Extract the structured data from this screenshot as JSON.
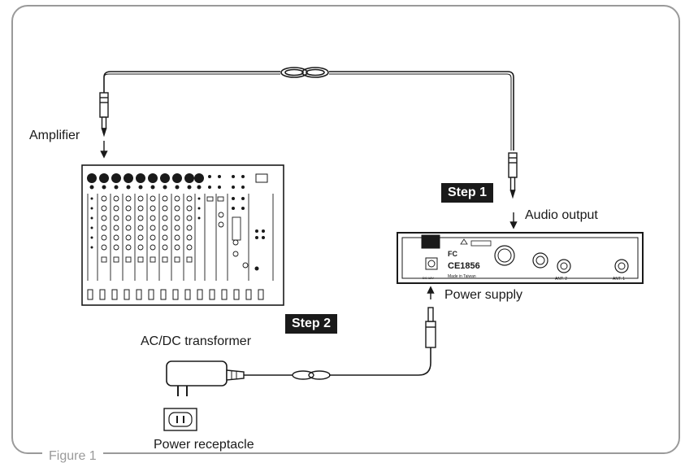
{
  "figure_caption": "Figure 1",
  "labels": {
    "amplifier": "Amplifier",
    "audio_output": "Audio output",
    "power_supply": "Power supply",
    "ac_dc_transformer": "AC/DC transformer",
    "power_receptacle": "Power receptacle"
  },
  "steps": {
    "step1": "Step 1",
    "step2": "Step 2"
  },
  "receiver_panel": {
    "cert_mark": "CE1856",
    "fcc_mark": "FC",
    "origin": "Made in Taiwan",
    "dc_input": "DC 12V",
    "antenna_2": "ANT. 2",
    "antenna_1": "ANT. 1"
  },
  "colors": {
    "line": "#1a1a1a",
    "frame": "#9a9a9a",
    "badge_bg": "#1a1a1a",
    "badge_text": "#ffffff"
  }
}
